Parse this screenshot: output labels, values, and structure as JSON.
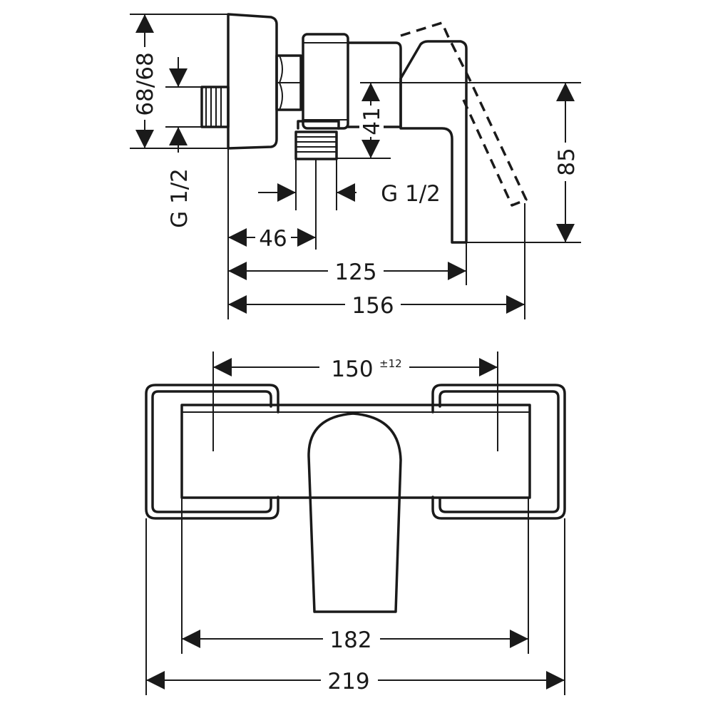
{
  "side_view": {
    "dim_height_total": "68/68",
    "dim_inlet_thread": "G 1/2",
    "dim_height_outlet": "41",
    "dim_outlet_thread": "G 1/2",
    "dim_outlet_offset": "46",
    "dim_depth_lever": "125",
    "dim_depth_total": "156",
    "dim_lever_height": "85"
  },
  "front_view": {
    "dim_center_distance": "150",
    "dim_center_tolerance": "±12",
    "dim_body_width": "182",
    "dim_total_width": "219"
  }
}
